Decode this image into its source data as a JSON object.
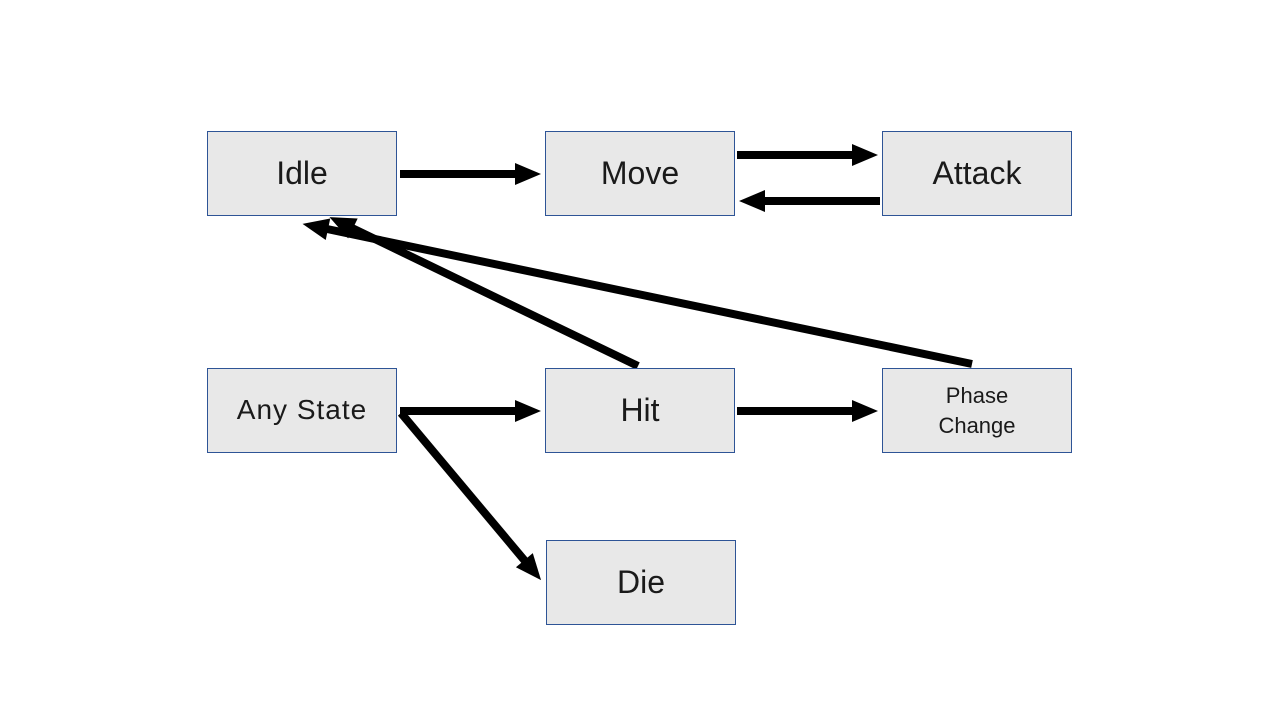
{
  "diagram": {
    "type": "state-machine",
    "nodes": {
      "idle": {
        "label": "Idle"
      },
      "move": {
        "label": "Move"
      },
      "attack": {
        "label": "Attack"
      },
      "any_state": {
        "label": "Any State"
      },
      "hit": {
        "label": "Hit"
      },
      "phase_change": {
        "label": "Phase Change"
      },
      "die": {
        "label": "Die"
      }
    },
    "edges": [
      {
        "from": "Idle",
        "to": "Move"
      },
      {
        "from": "Move",
        "to": "Attack"
      },
      {
        "from": "Attack",
        "to": "Move"
      },
      {
        "from": "Hit",
        "to": "Idle"
      },
      {
        "from": "Phase Change",
        "to": "Idle"
      },
      {
        "from": "Any State",
        "to": "Hit"
      },
      {
        "from": "Hit",
        "to": "Phase Change"
      },
      {
        "from": "Any State",
        "to": "Die"
      }
    ],
    "colors": {
      "background": "#ffffff",
      "node_fill": "#e8e8e8",
      "node_border": "#2e5496",
      "arrow": "#000000",
      "text": "#1a1a1a"
    }
  }
}
